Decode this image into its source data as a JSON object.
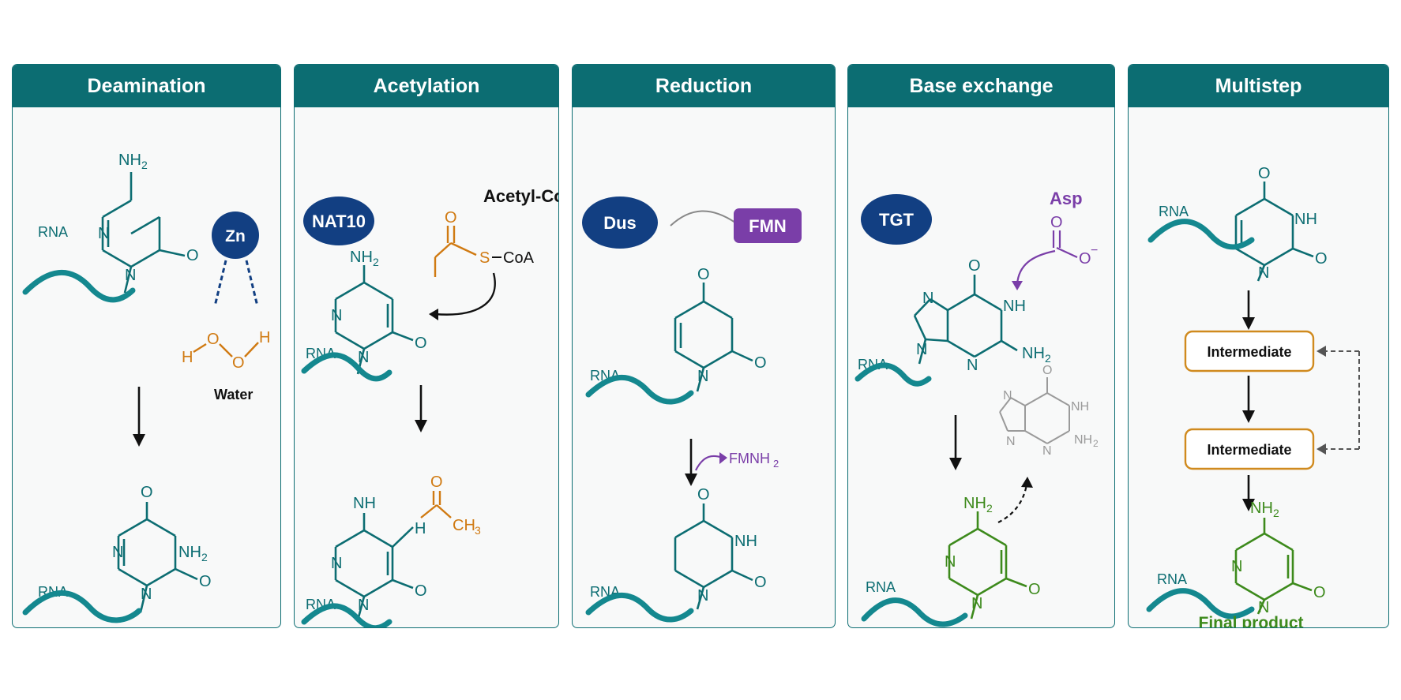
{
  "panels": [
    {
      "title": "Deamination",
      "labels": {
        "rna_top": "RNA",
        "rna_bottom": "RNA",
        "cofactor": "Zn",
        "water": "Water"
      }
    },
    {
      "title": "Acetylation",
      "labels": {
        "enzyme": "NAT10",
        "donor": "Acetyl-CoA",
        "coa": "CoA",
        "rna_top": "RNA",
        "rna_bottom": "RNA"
      }
    },
    {
      "title": "Reduction",
      "labels": {
        "enzyme": "Dus",
        "cofactor": "FMN",
        "byproduct": "FMNH",
        "rna_top": "RNA",
        "rna_bottom": "RNA"
      }
    },
    {
      "title": "Base exchange",
      "labels": {
        "enzyme": "TGT",
        "substrate": "Asp",
        "rna_top": "RNA",
        "rna_bottom": "RNA"
      }
    },
    {
      "title": "Multistep",
      "labels": {
        "rna_top": "RNA",
        "rna_bottom": "RNA",
        "step1": "Intermediate",
        "step2": "Intermediate",
        "result": "Final product"
      }
    }
  ],
  "colors": {
    "teal": "#0c6d72",
    "navy": "#123f82",
    "orange": "#d07a12",
    "purple": "#7a3ea8",
    "green": "#3d8a1c",
    "grey": "#9a9a9a"
  }
}
